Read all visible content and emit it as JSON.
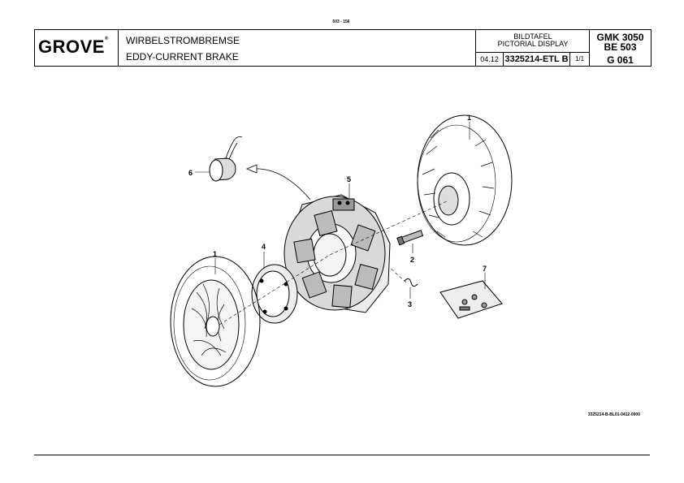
{
  "page_number": "503 - 156",
  "title_block": {
    "logo": "GROVE",
    "logo_mark": "®",
    "name_de": "WIRBELSTROMBREMSE",
    "name_en": "EDDY-CURRENT BRAKE",
    "pictorial_de": "BILDTAFEL",
    "pictorial_en": "PICTORIAL DISPLAY",
    "date": "04.12",
    "document_number": "3325214-ETL B",
    "sheet": "1/1",
    "model": "GMK 3050",
    "group": "BE 503",
    "page_code": "G 061"
  },
  "callouts": [
    "1",
    "2",
    "3",
    "4",
    "5",
    "6",
    "7",
    "1"
  ],
  "drawing_reference": "3325214-B-BL01-0412-0000"
}
